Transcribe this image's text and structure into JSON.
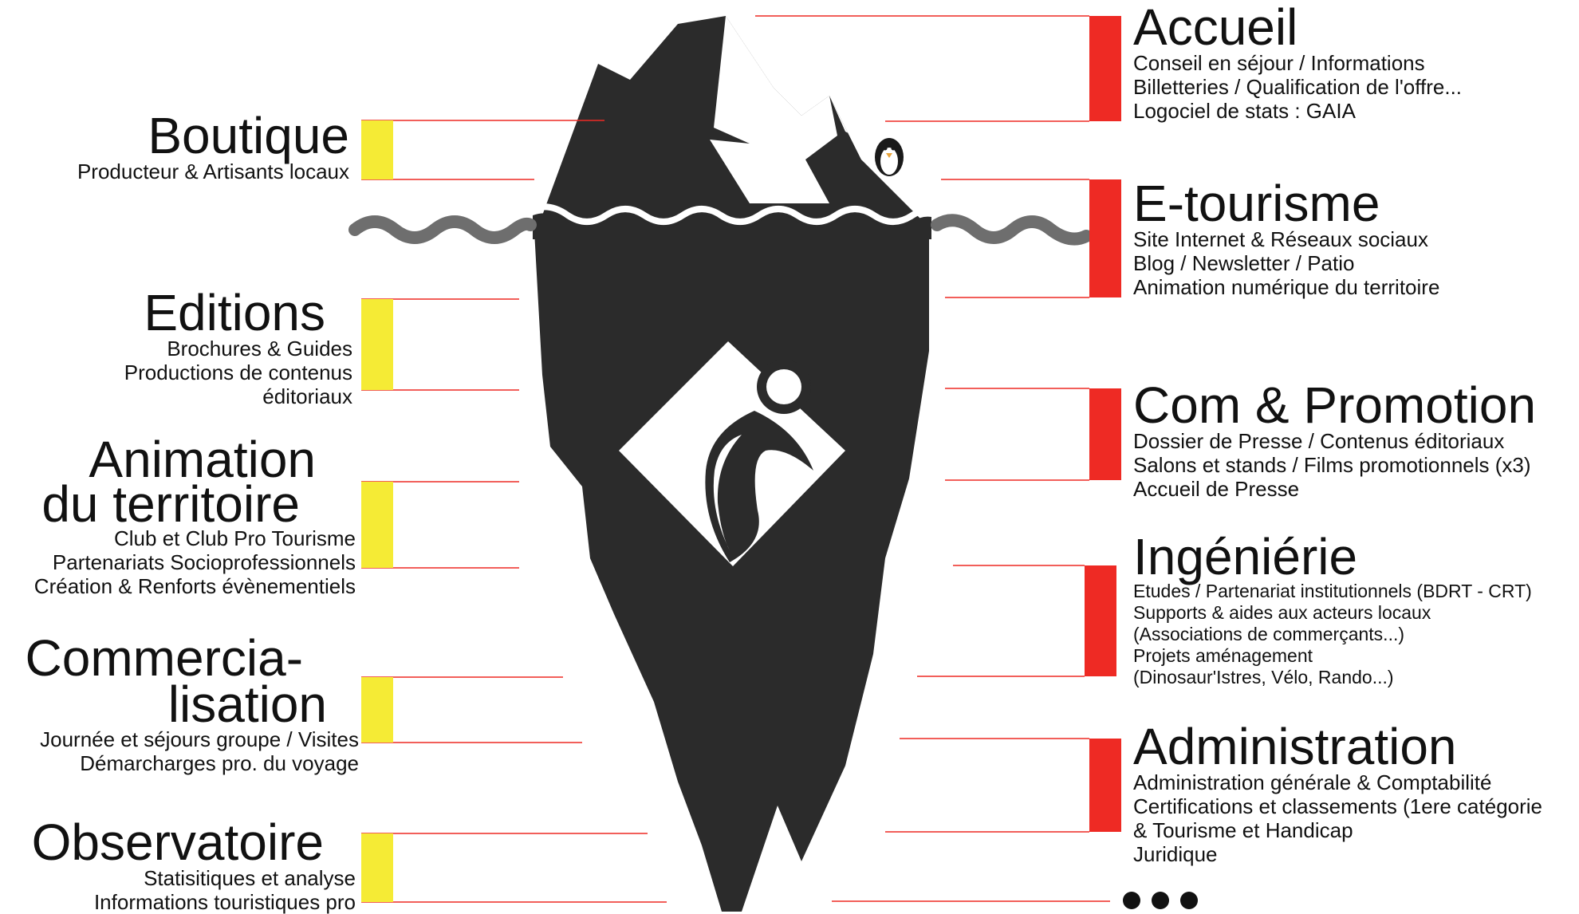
{
  "colors": {
    "left_bar": "#f5eb35",
    "right_bar": "#ee2a24",
    "iceberg": "#2b2b2b",
    "wave": "#6e6e6e"
  },
  "left_sections": [
    {
      "title": "Boutique",
      "lines": [
        "Producteur & Artisants locaux"
      ]
    },
    {
      "title": "Editions",
      "lines": [
        "Brochures & Guides",
        "Productions de contenus",
        "éditoriaux"
      ]
    },
    {
      "title_lines": [
        "Animation",
        "du territoire"
      ],
      "lines": [
        "Club et Club Pro Tourisme",
        "Partenariats Socioprofessionnels",
        "Création & Renforts évènementiels"
      ]
    },
    {
      "title_lines": [
        "Commercia-",
        "lisation"
      ],
      "lines": [
        "Journée et séjours groupe / Visites",
        "Démarcharges pro. du voyage"
      ]
    },
    {
      "title": "Observatoire",
      "lines": [
        "Statisitiques et analyse",
        "Informations touristiques pro"
      ]
    }
  ],
  "right_sections": [
    {
      "title": "Accueil",
      "lines": [
        "Conseil en séjour / Informations",
        "Billetteries / Qualification de l'offre...",
        "Logociel de stats : GAIA"
      ]
    },
    {
      "title": "E-tourisme",
      "lines": [
        "Site Internet & Réseaux sociaux",
        "Blog / Newsletter / Patio",
        "Animation numérique du territoire"
      ]
    },
    {
      "title": "Com & Promotion",
      "lines": [
        "Dossier de Presse / Contenus éditoriaux",
        "Salons et stands / Films promotionnels (x3)",
        "Accueil de Presse"
      ]
    },
    {
      "title": "Ingéniérie",
      "lines": [
        "Etudes / Partenariat institutionnels (BDRT - CRT)",
        "Supports & aides aux acteurs locaux",
        "(Associations de commerçants...)",
        "Projets aménagement",
        "(Dinosaur'Istres, Vélo, Rando...)"
      ]
    },
    {
      "title": "Administration",
      "lines": [
        "Administration générale & Comptabilité",
        "Certifications et classements (1ere catégorie",
        "& Tourisme et Handicap",
        "Juridique"
      ]
    }
  ],
  "more_icon": "ellipsis-icon"
}
